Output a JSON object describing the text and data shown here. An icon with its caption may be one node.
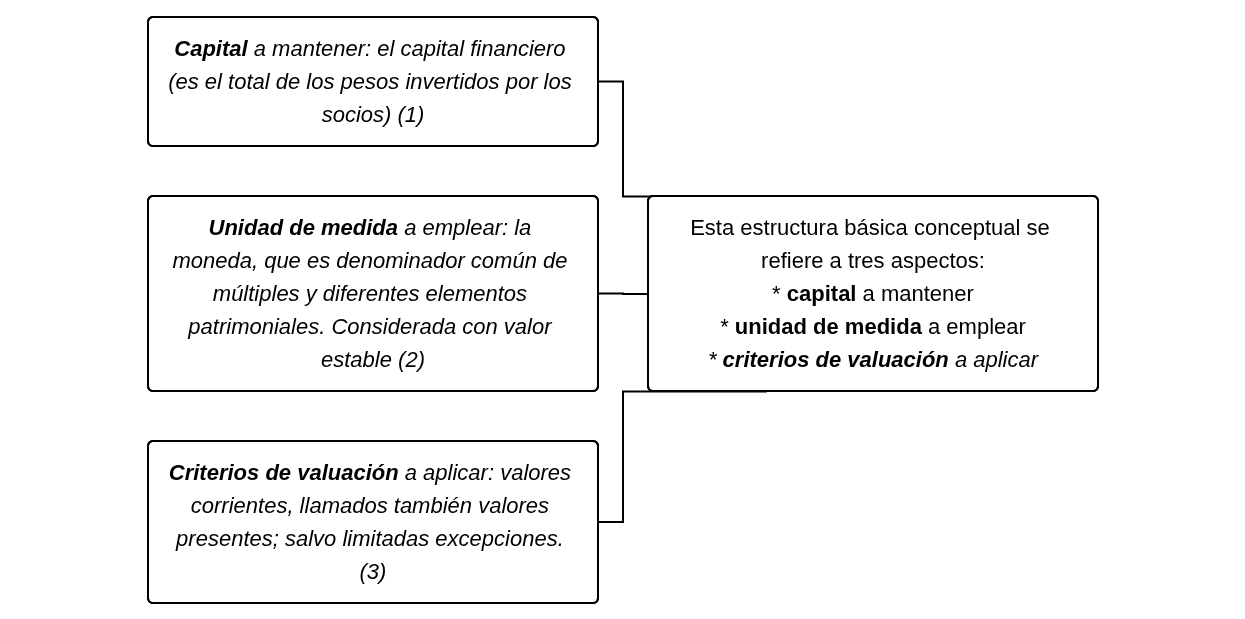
{
  "diagram": {
    "nodes": [
      {
        "text": [
          "**Capital** a mantener: el capital financiero (es el total de los pesos invertidos por los socios) (1)"
        ]
      },
      {
        "text": [
          "**Unidad de medida** a emplear: la moneda, que es denominador común de múltiples y diferentes elementos patrimoniales. Considerada con valor estable (2)"
        ]
      },
      {
        "text": [
          "**Criterios de valuación** a aplicar: valores corrientes, llamados también valores presentes; salvo limitadas excepciones. (3)"
        ]
      },
      {
        "text": [
          "Esta estructura básica conceptual se refiere a tres aspectos:",
          "* **capital** a mantener",
          "* **unidad de medida** a emplear",
          "* **criterios de valuación** a aplicar"
        ]
      }
    ],
    "edges": [
      {
        "from": 3,
        "to": 0,
        "arrow": "none"
      },
      {
        "from": 3,
        "to": 1,
        "arrow": "none"
      },
      {
        "from": 3,
        "to": 2,
        "arrow": "none"
      }
    ]
  }
}
